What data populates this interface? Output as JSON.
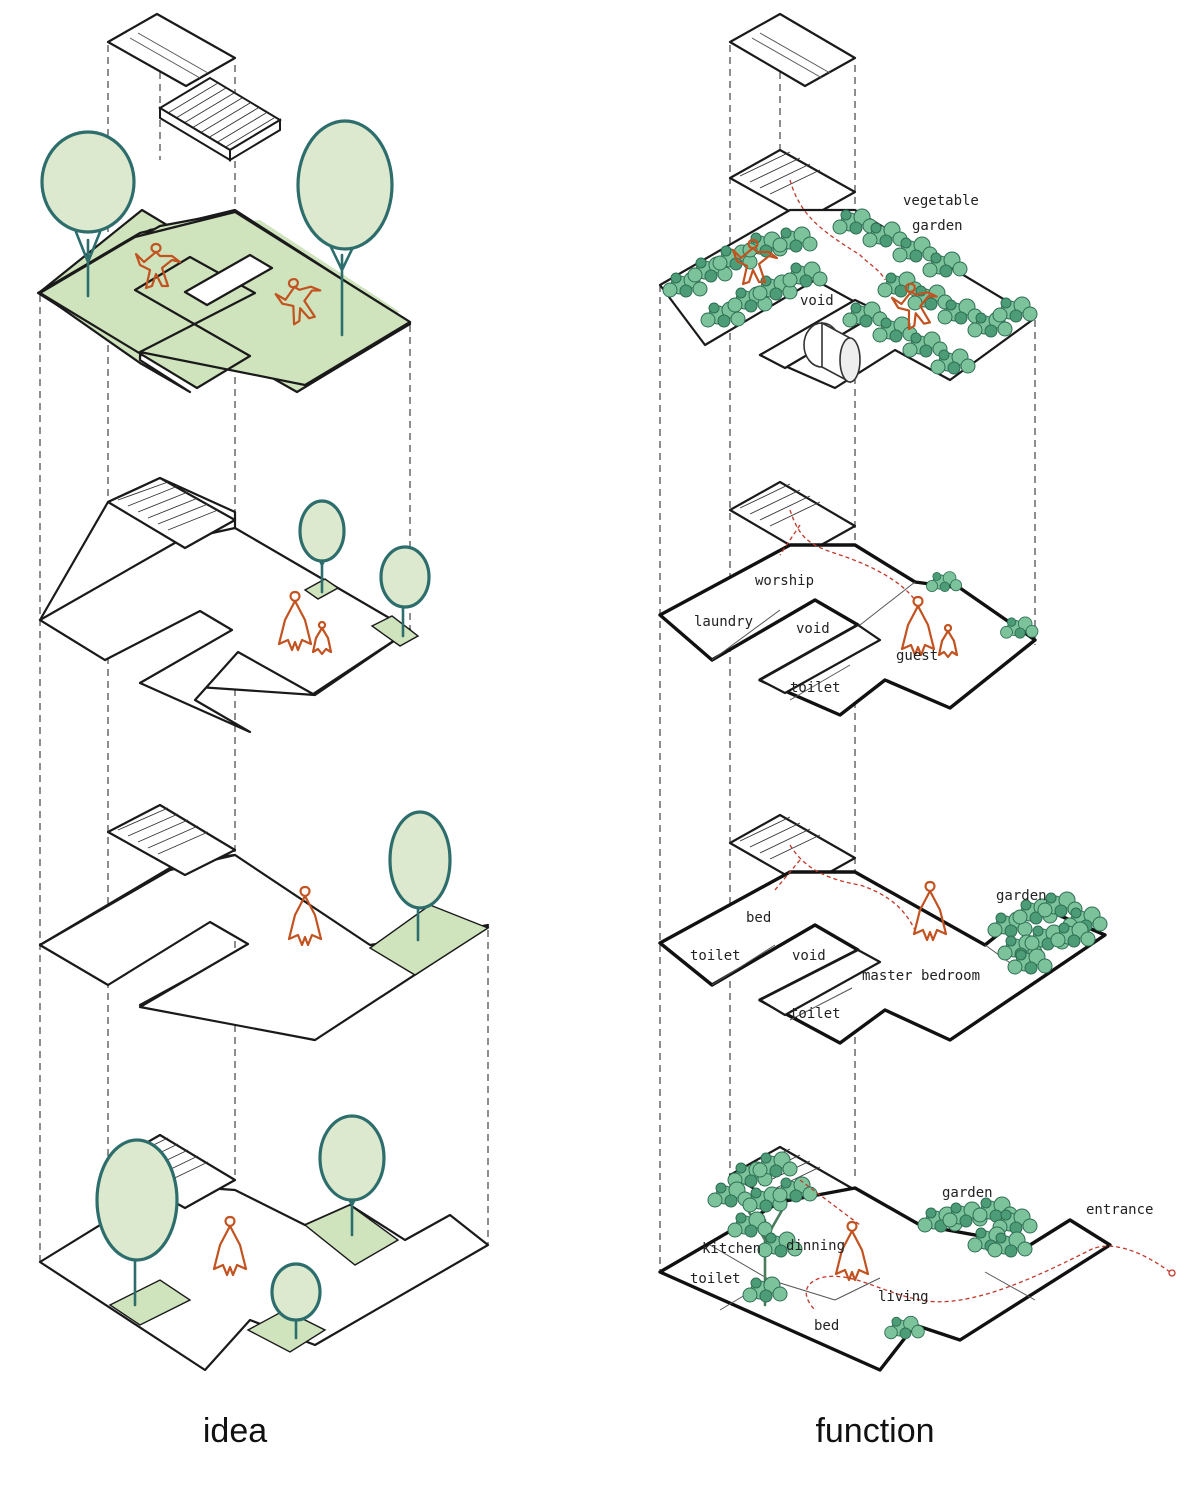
{
  "captions": {
    "left": "idea",
    "right": "function"
  },
  "rooms": {
    "roof": {
      "vegetable_garden_1": "vegetable",
      "vegetable_garden_2": "garden",
      "void": "void"
    },
    "floor3": {
      "worship": "worship",
      "laundry": "laundry",
      "void": "void",
      "guest": "guest",
      "toilet": "toilet"
    },
    "floor2": {
      "bed": "bed",
      "toilet_left": "toilet",
      "void": "void",
      "master_bedroom": "master bedroom",
      "toilet": "toilet",
      "garden": "garden"
    },
    "ground": {
      "garden": "garden",
      "entrance": "entrance",
      "kitchen": "kitchen",
      "dinning": "dinning",
      "toilet": "toilet",
      "living": "living",
      "bed": "bed"
    }
  },
  "colors": {
    "green_fill": "#cfe3bd",
    "tree_outline": "#2d6e6c",
    "person": "#c2521f",
    "route": "#c0392b",
    "shrub": "#7cc39c"
  }
}
